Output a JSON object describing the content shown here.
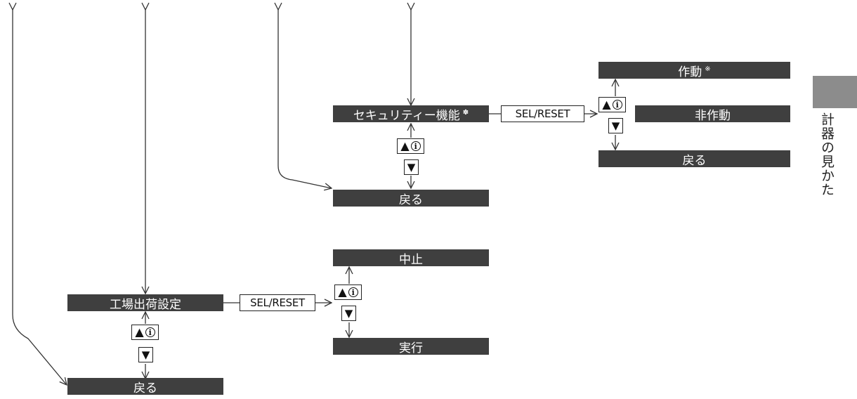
{
  "menu_items": {
    "security_function": "セキュリティー機能",
    "security_mark": "✽",
    "back_upper": "戻る",
    "factory_settings": "工場出荷設定",
    "back_lower": "戻る",
    "cancel": "中止",
    "execute": "実行",
    "operate": "作動",
    "operate_note": "※",
    "not_operate": "非作動",
    "back_right": "戻る"
  },
  "buttons": {
    "sel_reset": "SEL/RESET",
    "up_symbol": "▲",
    "info_symbol": "i",
    "down_symbol": "▼"
  },
  "side_tab": {
    "label": "計器の見かた",
    "color": "#8c8c8c"
  },
  "colors": {
    "bar": "#3f3f3f",
    "line": "#333333"
  }
}
